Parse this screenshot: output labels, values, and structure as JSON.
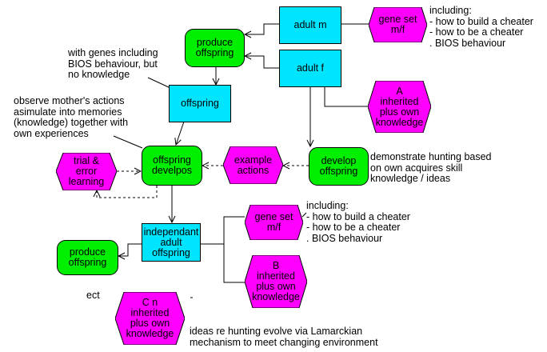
{
  "nodes": {
    "adult_m": "adult m",
    "adult_f": "adult f",
    "produce_offspring_top": "produce\noffspring",
    "offspring": "offspring",
    "offspring_develops": "offspring\ndevelpos",
    "example_actions": "example\nactions",
    "develop_offspring": "develop\noffspring",
    "trial_error": "trial &\nerror\nlearning",
    "gene_set_top": "gene set\nm/f",
    "inherited_a": "A\ninherited\nplus own\nknowledge",
    "independant_adult": "independant\nadult\noffspring",
    "gene_set_mid": "gene set\nm/f",
    "inherited_b": "B\ninherited\nplus own\nknowledge",
    "produce_offspring_bottom": "produce\noffspring",
    "inherited_cn": "C n\ninherited\nplus own\nknowledge"
  },
  "notes": {
    "including_top": "including:\n- how to build a cheater\n- how to be a cheater\n. BIOS behaviour",
    "genes_note": "with genes including\nBIOS behaviour, but\nno knowledge",
    "observe_note": "observe mother's actions\nasimulate into memories\n(knowledge) together with\nown experiences",
    "demonstrate_note": "demonstrate hunting based\non own acquires skill\nknowledge / ideas",
    "including_mid": "including:\n- how to build a cheater\n- how to be a cheater\n. BIOS behaviour",
    "ect": "ect",
    "ideas_note": "ideas re hunting evolve via Lamarckian\nmechanism to meet changing environment"
  },
  "colors": {
    "rect_fill": "#00e5ff",
    "green_fill": "#00ee00",
    "hex_fill": "#ff00ff",
    "line": "#000000"
  }
}
